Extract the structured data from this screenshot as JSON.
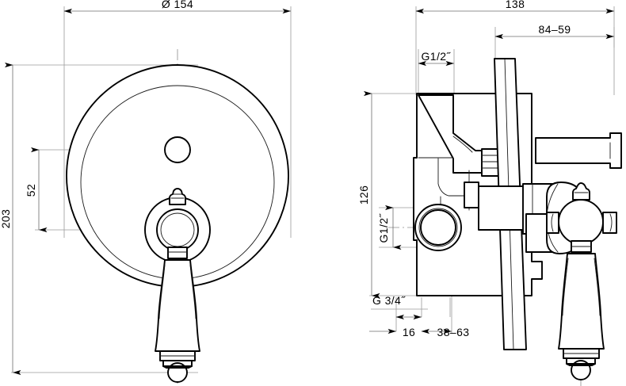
{
  "drawing": {
    "title": "Concealed wall-mounted bath/shower mixer — dimensioned technical drawing",
    "background_color": "#ffffff",
    "line_color": "#000000",
    "dim_color": "#6b6b6b",
    "views": [
      {
        "id": "front-view",
        "label": "front elevation (round escutcheon plate with lever handle)"
      },
      {
        "id": "side-view",
        "label": "side section view (body, flange and lever)"
      }
    ],
    "dimensions": {
      "front": {
        "diameter_top": "Ø 154",
        "overall_height": "203",
        "handle_offset": "52"
      },
      "side": {
        "overall_depth": "138",
        "projection_range": "84–59",
        "inlet_thread_top": "G1/2˝",
        "outlet_thread_side": "G1/2˝",
        "body_height": "126",
        "lower_thread": "G 3/4˝",
        "wall_thickness": "16",
        "install_depth_range": "38–63"
      }
    },
    "dimension_list": [
      {
        "name": "diameter",
        "value": "Ø 154",
        "view": "front",
        "orientation": "horizontal"
      },
      {
        "name": "total-height",
        "value": "203",
        "view": "front",
        "orientation": "vertical"
      },
      {
        "name": "handle-center-offset",
        "value": "52",
        "view": "front",
        "orientation": "vertical"
      },
      {
        "name": "overall-depth",
        "value": "138",
        "view": "side",
        "orientation": "horizontal"
      },
      {
        "name": "projection-range",
        "value": "84–59",
        "view": "side",
        "orientation": "horizontal"
      },
      {
        "name": "top-inlet-thread",
        "value": "G1/2˝",
        "view": "side",
        "orientation": "horizontal"
      },
      {
        "name": "body-height",
        "value": "126",
        "view": "side",
        "orientation": "vertical"
      },
      {
        "name": "side-outlet-thread",
        "value": "G1/2˝",
        "view": "side",
        "orientation": "vertical"
      },
      {
        "name": "bottom-thread",
        "value": "G 3/4˝",
        "view": "side",
        "orientation": "horizontal"
      },
      {
        "name": "wall-thickness",
        "value": "16",
        "view": "side",
        "orientation": "horizontal"
      },
      {
        "name": "install-depth-range",
        "value": "38–63",
        "view": "side",
        "orientation": "horizontal"
      }
    ]
  }
}
